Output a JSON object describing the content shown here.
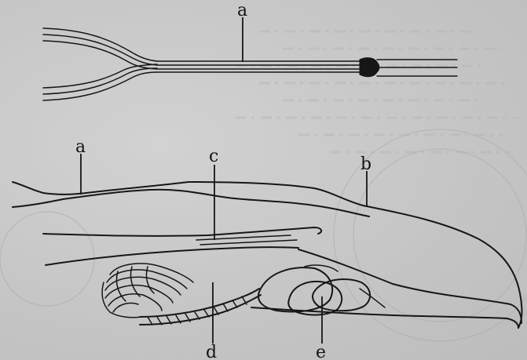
{
  "figure": {
    "upper_drawing": {
      "labels": [
        "a"
      ]
    },
    "lower_drawing": {
      "labels": [
        "a",
        "b",
        "c",
        "d",
        "e"
      ]
    }
  },
  "colors": {
    "paper": "#c9c9c9",
    "ink": "#161616"
  }
}
